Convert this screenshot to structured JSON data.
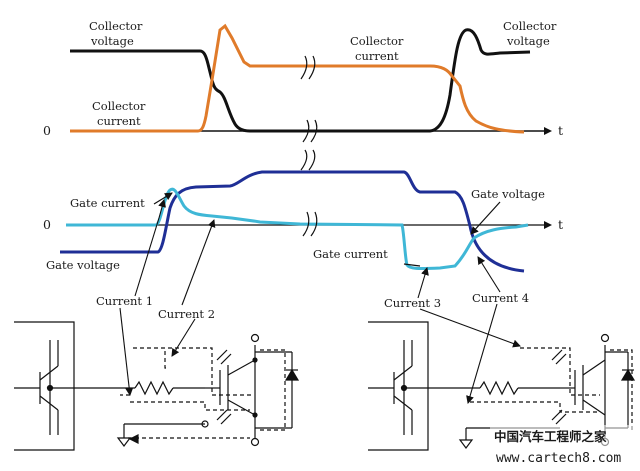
{
  "top_panel": {
    "collector_voltage_left": [
      "Collector",
      "voltage"
    ],
    "collector_current_left": [
      "Collector",
      "current"
    ],
    "collector_current_mid": [
      "Collector",
      "current"
    ],
    "collector_voltage_right": [
      "Collector",
      "voltage"
    ],
    "zero_label": "0",
    "time_label": "t"
  },
  "middle_panel": {
    "gate_current_left": "Gate current",
    "gate_voltage_left": "Gate voltage",
    "gate_current_right": "Gate current",
    "gate_voltage_right": "Gate voltage",
    "zero_label": "0",
    "time_label": "t"
  },
  "callouts": {
    "current_1": "Current 1",
    "current_2": "Current 2",
    "current_3": "Current 3",
    "current_4": "Current 4"
  },
  "watermark": {
    "line1": "中国汽车工程师之家",
    "line2": "www.cartech8.com"
  },
  "colors": {
    "black_trace": "#111111",
    "orange_trace": "#e07b2a",
    "navy_trace": "#1f2f96",
    "cyan_trace": "#3fb7d6"
  }
}
